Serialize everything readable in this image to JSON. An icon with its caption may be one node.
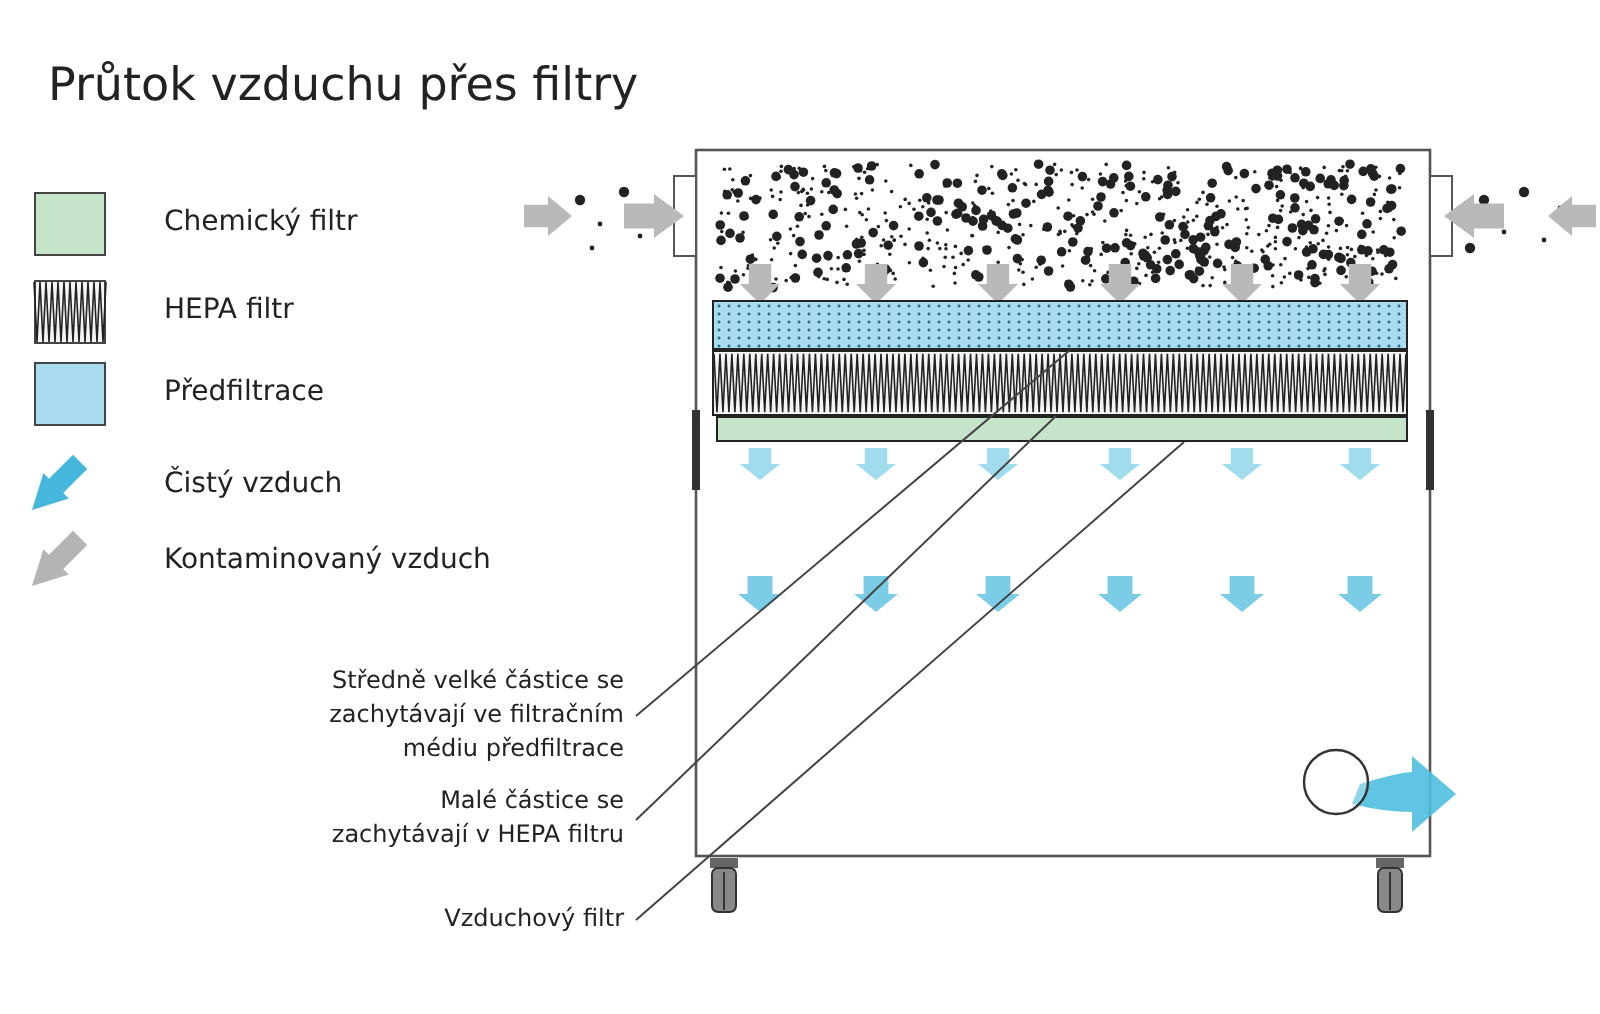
{
  "diagram": {
    "title": "Průtok vzduchu přes filtry",
    "nodes": [
      {
        "text": [],
        "shape": "box"
      },
      {
        "text": [],
        "shape": "box"
      },
      {
        "text": [],
        "shape": "box"
      },
      {
        "text": [
          "Středně velké částice se zachytávají ve filtračním médiu předfiltrace"
        ]
      },
      {
        "text": [
          "Malé částice se zachytávají v HEPA filtru"
        ]
      },
      {
        "text": [
          "Vzduchový filtr"
        ]
      }
    ],
    "edges": [
      {
        "from": 3,
        "to": 0,
        "arrow": "none"
      },
      {
        "from": 4,
        "to": 1,
        "arrow": "none"
      },
      {
        "from": 5,
        "to": 2,
        "arrow": "none"
      }
    ],
    "legend": [
      {
        "text": "Chemický filtr",
        "color": "#c6e4c9"
      },
      {
        "text": "HEPA filtr"
      },
      {
        "text": "Předfiltrace",
        "color": "#a9dcef"
      },
      {
        "text": "Čistý vzduch"
      },
      {
        "text": "Kontaminovaný vzduch"
      }
    ]
  }
}
